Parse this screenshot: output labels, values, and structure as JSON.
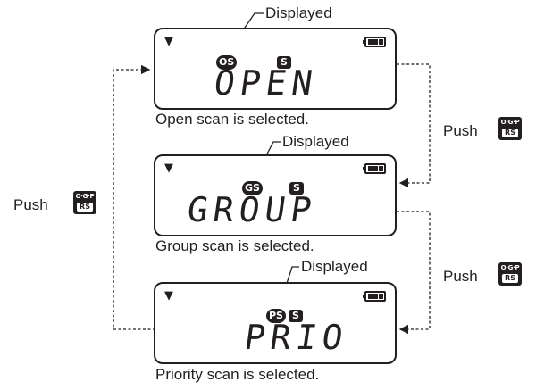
{
  "labels": {
    "displayed": "Displayed",
    "push": "Push",
    "key_top": "O·G·P",
    "key_bottom": "RS"
  },
  "screens": [
    {
      "badge": "OS",
      "s": "S",
      "text": "OPEN",
      "caption": "Open scan is selected."
    },
    {
      "badge": "GS",
      "s": "S",
      "text": "GROUP",
      "caption": "Group scan is selected."
    },
    {
      "badge": "PS",
      "s": "S",
      "text": "PRIO",
      "caption": "Priority scan is selected."
    }
  ],
  "icons": {
    "antenna": "antenna-icon",
    "battery": "battery-icon",
    "key": "key-icon"
  },
  "colors": {
    "ink": "#231f20",
    "paper": "#ffffff"
  }
}
